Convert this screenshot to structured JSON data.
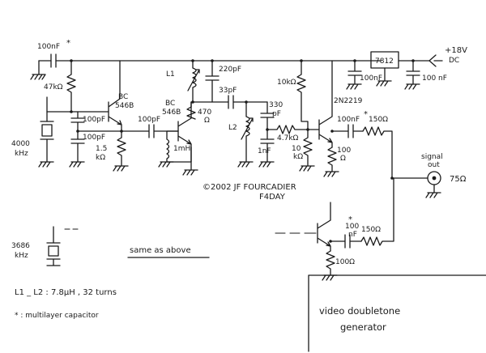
{
  "labels": {
    "c_in": "100nF",
    "star": "*",
    "supply": "+18V",
    "supply_unit": "DC",
    "regulator": "7812",
    "c_reg_in": "100nF",
    "c_reg_out": "100 nF",
    "l1": "L1",
    "c_l1": "220pF",
    "r_10k": "10kΩ",
    "tr3": "2N2219",
    "r_47k": "47kΩ",
    "tr1_a": "BC",
    "tr1_b": "546B",
    "tr2_a": "BC",
    "tr2_b": "546B",
    "r_470_a": "470",
    "r_470_b": "Ω",
    "c_33p": "33pF",
    "c_330p_a": "330",
    "c_330p_b": "pF",
    "c_osc1": "100pF",
    "c_osc2": "100pF",
    "c_couple": "100pF",
    "c_out1": "100nF",
    "r_out1": "150Ω",
    "l2": "L2",
    "r_47k2": "4.7kΩ",
    "c_1nf": "1nF",
    "r_10k2_a": "10",
    "r_10k2_b": "kΩ",
    "r_100_1_a": "100",
    "r_100_1_b": "Ω",
    "xtal1_a": "4000",
    "xtal1_b": "kHz",
    "r_15k_a": "1.5",
    "r_15k_b": "kΩ",
    "l_1mh": "1mH",
    "signal_a": "signal",
    "signal_b": "out",
    "out_imp": "75Ω",
    "copyright": "©2002  JF FOURCADIER",
    "callsign": "F4DAY",
    "c_out2_a": "100",
    "c_out2_b": "nF",
    "r_out2": "150Ω",
    "xtal2_a": "3686",
    "xtal2_b": "kHz",
    "same_as_above": "same as above",
    "r_100_2": "100Ω",
    "coil_note": "L1 _ L2 :  7.8µH , 32 turns",
    "cap_note": "* : multilayer capacitor",
    "title_a": "video doubletone",
    "title_b": "generator"
  }
}
